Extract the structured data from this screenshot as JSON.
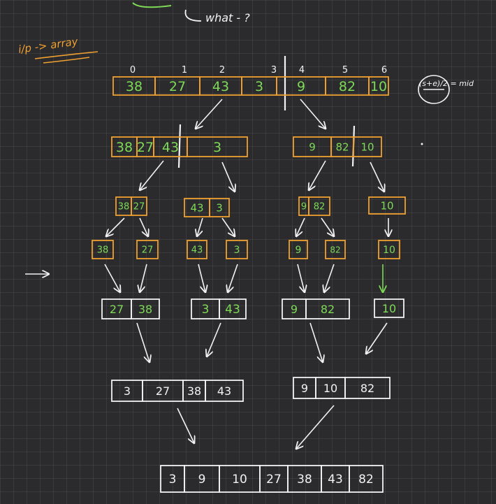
{
  "annotations": {
    "top_note": "what - ?",
    "input_label": "i/p -> array",
    "mid_formula": "(s+e)/2 = mid"
  },
  "colors": {
    "background": "#2b2b2d",
    "orange": "#f0a030",
    "green": "#7ed957",
    "white": "#f2f2f2"
  },
  "input": {
    "indices": [
      "0",
      "1",
      "2",
      "3",
      "4",
      "5",
      "6"
    ],
    "values": [
      "38",
      "27",
      "43",
      "3",
      "9",
      "82",
      "10"
    ]
  },
  "levels": [
    {
      "name": "split-1",
      "color": "orange",
      "text_color": "green",
      "boxes": [
        [
          "38",
          "27",
          "43",
          "3"
        ],
        [
          "9",
          "82",
          "10"
        ]
      ]
    },
    {
      "name": "split-2",
      "color": "orange",
      "text_color": "green",
      "boxes": [
        [
          "38",
          "27"
        ],
        [
          "43",
          "3"
        ],
        [
          "9",
          "82"
        ],
        [
          "10"
        ]
      ]
    },
    {
      "name": "split-3",
      "color": "orange",
      "text_color": "green",
      "boxes": [
        [
          "38"
        ],
        [
          "27"
        ],
        [
          "43"
        ],
        [
          "3"
        ],
        [
          "9"
        ],
        [
          "82"
        ],
        [
          "10"
        ]
      ]
    },
    {
      "name": "merge-1",
      "color": "white",
      "text_color": "green",
      "boxes": [
        [
          "27",
          "38"
        ],
        [
          "3",
          "43"
        ],
        [
          "9",
          "82"
        ],
        [
          "10"
        ]
      ]
    },
    {
      "name": "merge-2",
      "color": "white",
      "text_color": "white",
      "boxes": [
        [
          "3",
          "27",
          "38",
          "43"
        ],
        [
          "9",
          "10",
          "82"
        ]
      ]
    },
    {
      "name": "merge-final",
      "color": "white",
      "text_color": "white",
      "boxes": [
        [
          "3",
          "9",
          "10",
          "27",
          "38",
          "43",
          "82"
        ]
      ]
    }
  ]
}
